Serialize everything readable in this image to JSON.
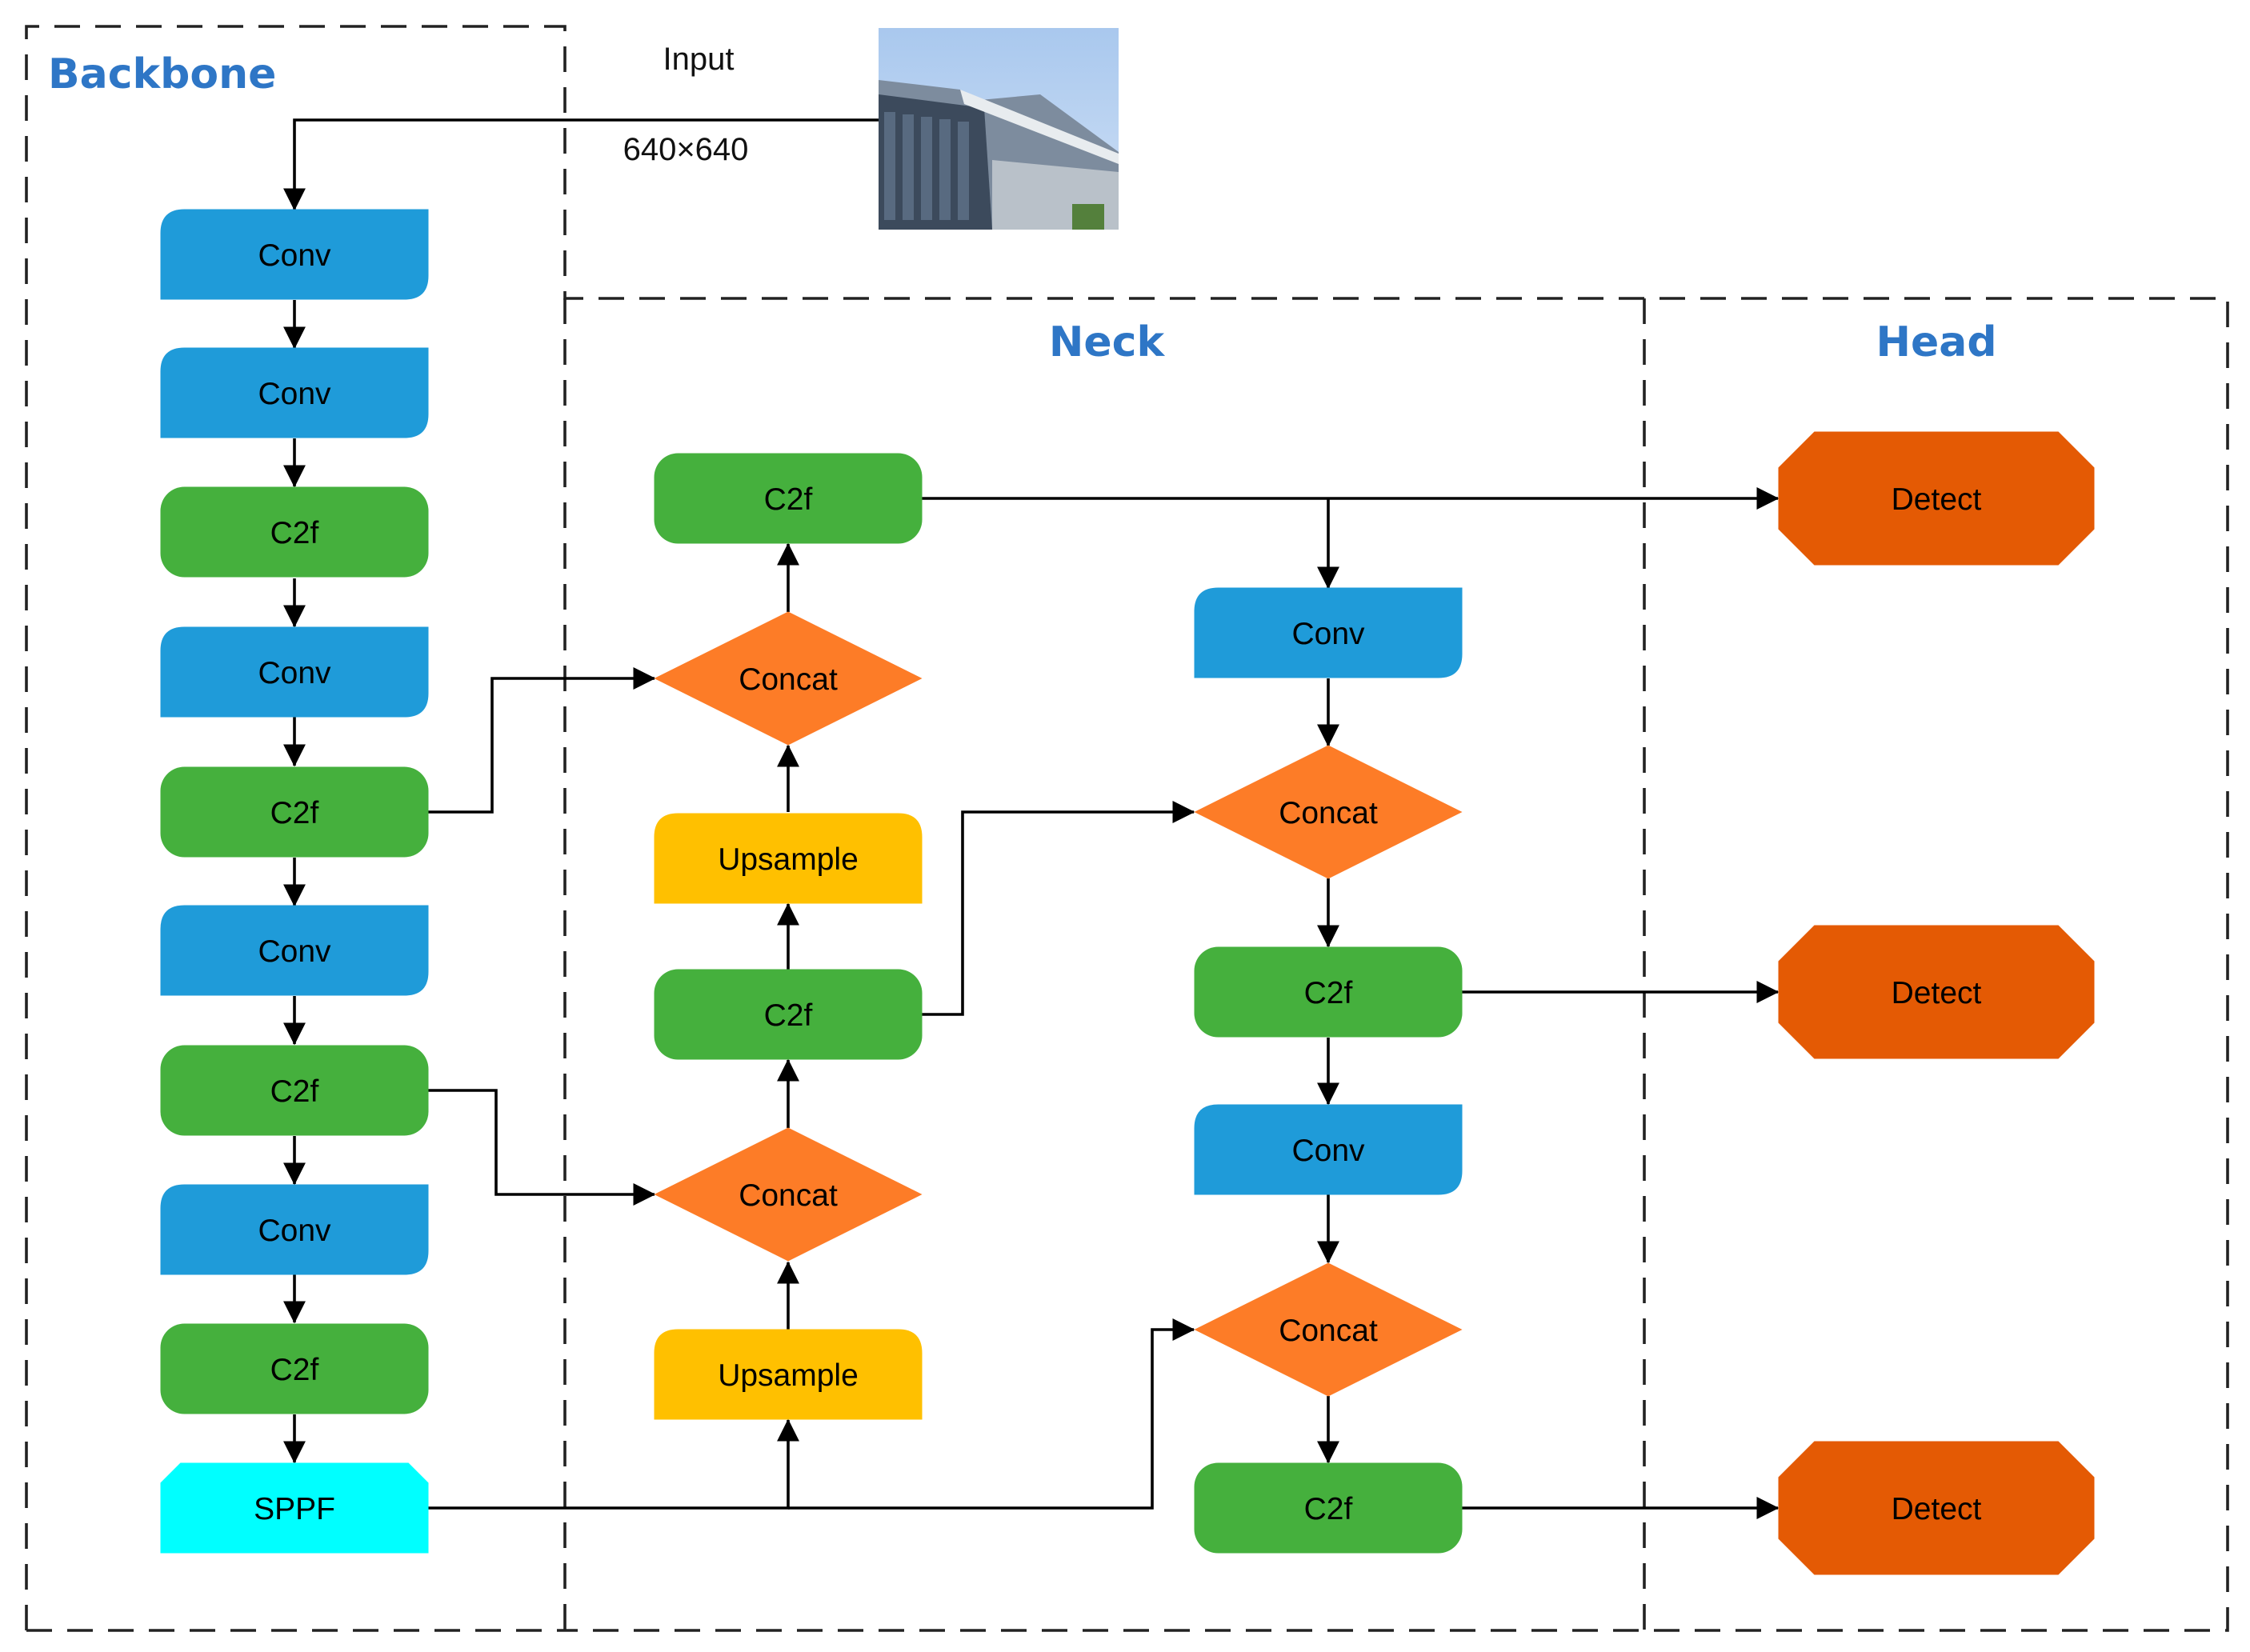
{
  "colors": {
    "conv": "#1f9bd9",
    "c2f": "#45b03d",
    "sppf": "#00ffff",
    "concat": "#fd7c27",
    "upsample": "#ffc000",
    "detect": "#e45a04",
    "region_title": "#2e76c6"
  },
  "regions": {
    "backbone": "Backbone",
    "neck": "Neck",
    "head": "Head"
  },
  "input": {
    "label": "Input",
    "size": "640×640"
  },
  "nodes": {
    "b1": "Conv",
    "b2": "Conv",
    "b3": "C2f",
    "b4": "Conv",
    "b5": "C2f",
    "b6": "Conv",
    "b7": "C2f",
    "b8": "Conv",
    "b9": "C2f",
    "b10": "SPPF",
    "n_up2": "Upsample",
    "n_cat2": "Concat",
    "n_c2f2": "C2f",
    "n_up1": "Upsample",
    "n_cat1": "Concat",
    "n_c2f1": "C2f",
    "r_conv1": "Conv",
    "r_cat1": "Concat",
    "r_c2f1": "C2f",
    "r_conv2": "Conv",
    "r_cat2": "Concat",
    "r_c2f2": "C2f",
    "h1": "Detect",
    "h2": "Detect",
    "h3": "Detect"
  }
}
